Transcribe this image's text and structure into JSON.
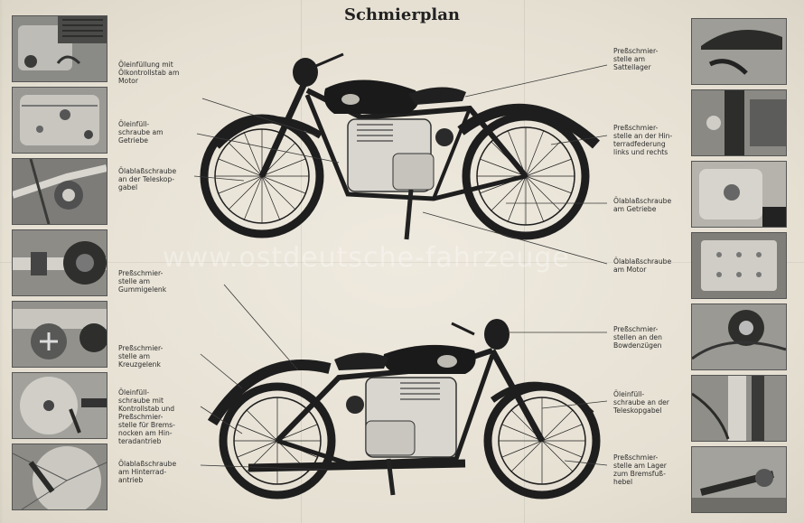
{
  "title": "Schmierplan",
  "watermark": "www.ostdeutsche-fahrzeuge",
  "left_labels": [
    "Öleinfüllung mit\nÖlkontrollstab am\nMotor",
    "Öleinfüll-\nschraube am\nGetriebe",
    "Ölablaßschraube\nan der Teleskop-\ngabel",
    "Preßschmier-\nstelle am\nGummigelenk",
    "Preßschmier-\nstelle am\nKreuzgelenk",
    "Öleinfüll-\nschraube mit\nKontrollstab und\nPreßschmier-\nstelle für Brems-\nnocken am Hin-\nteradantrieb",
    "Ölablaßschraube\nam Hinterrad-\nantrieb"
  ],
  "right_labels": [
    "Preßschmier-\nstelle am\nSattellager",
    "Preßschmier-\nstelle an der Hin-\nterradfederung\nlinks und rechts",
    "Ölablaßschraube\nam Getriebe",
    "Ölablaßschraube\nam Motor",
    "Preßschmier-\nstellen an den\nBowdenzügen",
    "Öleinfüll-\nschraube an der\nTeleskopgabel",
    "Preßschmier-\nstelle am Lager\nzum Bremsfuß-\nhebel"
  ],
  "left_thumb_icons": [
    "engine-photo-icon",
    "gearbox-photo-icon",
    "fork-photo-icon",
    "rubber-joint-photo-icon",
    "cross-joint-photo-icon",
    "rear-drive-photo-icon",
    "rear-drain-photo-icon"
  ],
  "right_thumb_icons": [
    "saddle-photo-icon",
    "rear-suspension-photo-icon",
    "gearbox-drain-photo-icon",
    "engine-drain-photo-icon",
    "bowden-cable-photo-icon",
    "telescopic-fork-photo-icon",
    "brake-pedal-photo-icon"
  ]
}
